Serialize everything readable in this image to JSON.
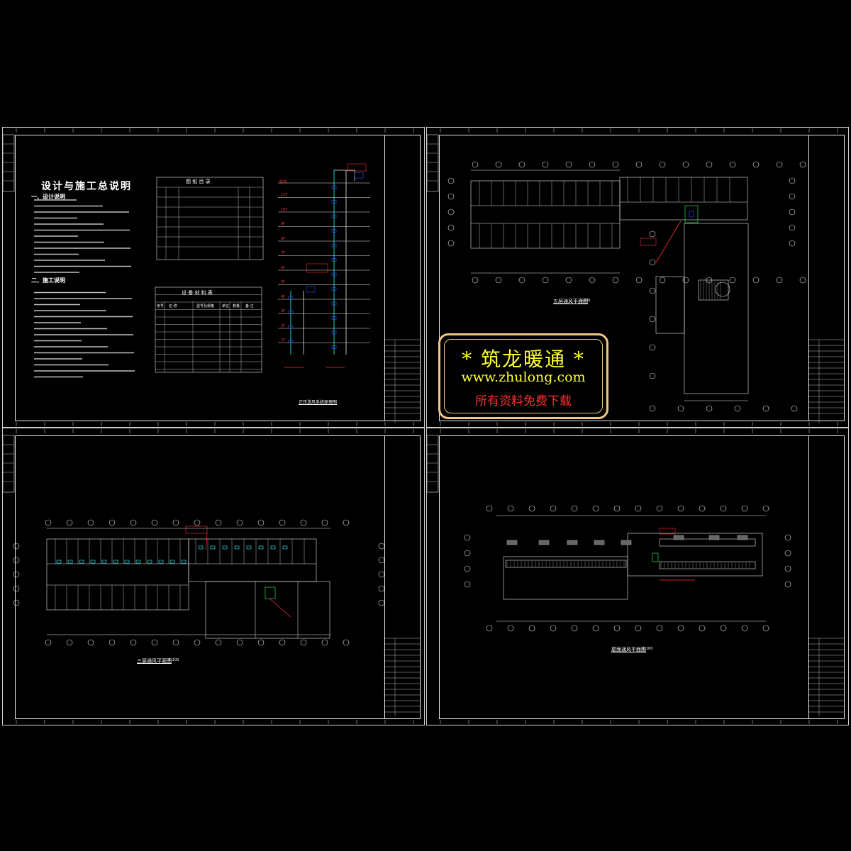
{
  "colors": {
    "background": "#000000",
    "line": "#e6e6e6",
    "accent_red": "#ff3030",
    "accent_yellow": "#ffff33",
    "accent_cyan": "#33ffff",
    "accent_blue": "#3355ff",
    "accent_green": "#33ff66",
    "banner_border": "#f2c58c"
  },
  "sheet1": {
    "title": "设计与施工总说明",
    "sec1_heading": "一、设计说明",
    "sec2_heading": "二、施工说明",
    "drawing_list_title": "图 纸 目 录",
    "material_table_title": "设 备 材 料 表",
    "material_headers": [
      "序号",
      "名 称",
      "型号及规格",
      "单位",
      "数量",
      "备 注"
    ],
    "riser_title": "正压送风系统原理图",
    "floor_labels": [
      "屋顶",
      "11F",
      "10F",
      "9F",
      "8F",
      "7F",
      "6F",
      "5F",
      "4F",
      "3F",
      "2F",
      "1F"
    ]
  },
  "sheet2": {
    "title": "五层通风平面图",
    "scale": "1:100"
  },
  "sheet3": {
    "title": "三层通风平面图",
    "scale": "1:100"
  },
  "sheet4": {
    "title": "屋面通风平面图",
    "scale": "1:100"
  },
  "banner": {
    "line1": "* 筑龙暖通 *",
    "line2": "www.zhulong.com",
    "line3": "所有资料免费下载"
  }
}
